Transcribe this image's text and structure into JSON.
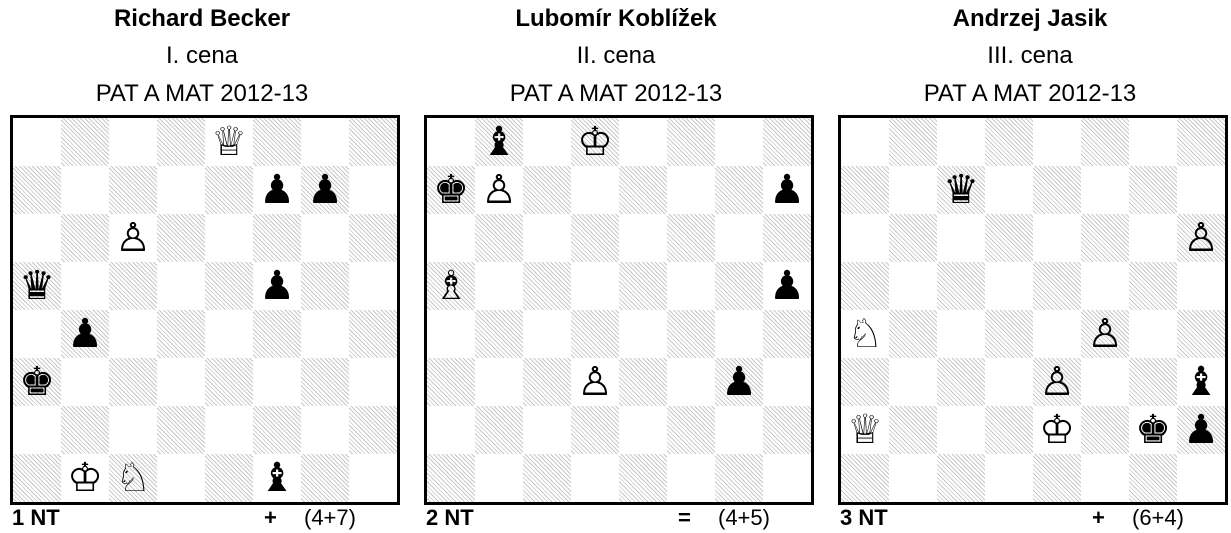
{
  "diagrams": [
    {
      "author": "Richard Becker",
      "prize": "I. cena",
      "source": "PAT A MAT 2012-13",
      "label": "1 NT",
      "result": "+",
      "count": "(4+7)",
      "pieces": [
        {
          "sq": "e8",
          "glyph": "♕",
          "color": "white",
          "name": "white-queen-icon"
        },
        {
          "sq": "f7",
          "glyph": "♟",
          "color": "black",
          "name": "black-pawn-icon"
        },
        {
          "sq": "g7",
          "glyph": "♟",
          "color": "black",
          "name": "black-pawn-icon"
        },
        {
          "sq": "c6",
          "glyph": "♙",
          "color": "white",
          "name": "white-pawn-icon"
        },
        {
          "sq": "a5",
          "glyph": "♛",
          "color": "black",
          "name": "black-queen-icon"
        },
        {
          "sq": "f5",
          "glyph": "♟",
          "color": "black",
          "name": "black-pawn-icon"
        },
        {
          "sq": "b4",
          "glyph": "♟",
          "color": "black",
          "name": "black-pawn-icon"
        },
        {
          "sq": "a3",
          "glyph": "♚",
          "color": "black",
          "name": "black-king-icon"
        },
        {
          "sq": "b1",
          "glyph": "♔",
          "color": "white",
          "name": "white-king-icon"
        },
        {
          "sq": "c1",
          "glyph": "♘",
          "color": "white",
          "name": "white-knight-icon"
        },
        {
          "sq": "f1",
          "glyph": "♝",
          "color": "black",
          "name": "black-bishop-icon"
        }
      ]
    },
    {
      "author": "Lubomír Koblížek",
      "prize": "II. cena",
      "source": "PAT A MAT 2012-13",
      "label": "2 NT",
      "result": "=",
      "count": "(4+5)",
      "pieces": [
        {
          "sq": "b8",
          "glyph": "♝",
          "color": "black",
          "name": "black-bishop-icon"
        },
        {
          "sq": "d8",
          "glyph": "♔",
          "color": "white",
          "name": "white-king-icon"
        },
        {
          "sq": "a7",
          "glyph": "♚",
          "color": "black",
          "name": "black-king-icon"
        },
        {
          "sq": "b7",
          "glyph": "♙",
          "color": "white",
          "name": "white-pawn-icon"
        },
        {
          "sq": "h7",
          "glyph": "♟",
          "color": "black",
          "name": "black-pawn-icon"
        },
        {
          "sq": "a5",
          "glyph": "♗",
          "color": "white",
          "name": "white-bishop-icon"
        },
        {
          "sq": "h5",
          "glyph": "♟",
          "color": "black",
          "name": "black-pawn-icon"
        },
        {
          "sq": "d3",
          "glyph": "♙",
          "color": "white",
          "name": "white-pawn-icon"
        },
        {
          "sq": "g3",
          "glyph": "♟",
          "color": "black",
          "name": "black-pawn-icon"
        }
      ]
    },
    {
      "author": "Andrzej Jasik",
      "prize": "III. cena",
      "source": "PAT A MAT 2012-13",
      "label": "3 NT",
      "result": "+",
      "count": "(6+4)",
      "pieces": [
        {
          "sq": "c7",
          "glyph": "♛",
          "color": "black",
          "name": "black-queen-icon"
        },
        {
          "sq": "h6",
          "glyph": "♙",
          "color": "white",
          "name": "white-pawn-icon"
        },
        {
          "sq": "a4",
          "glyph": "♘",
          "color": "white",
          "name": "white-knight-icon"
        },
        {
          "sq": "f4",
          "glyph": "♙",
          "color": "white",
          "name": "white-pawn-icon"
        },
        {
          "sq": "e3",
          "glyph": "♙",
          "color": "white",
          "name": "white-pawn-icon"
        },
        {
          "sq": "h3",
          "glyph": "♝",
          "color": "black",
          "name": "black-bishop-icon"
        },
        {
          "sq": "a2",
          "glyph": "♕",
          "color": "white",
          "name": "white-queen-icon"
        },
        {
          "sq": "e2",
          "glyph": "♔",
          "color": "white",
          "name": "white-king-icon"
        },
        {
          "sq": "g2",
          "glyph": "♚",
          "color": "black",
          "name": "black-king-icon"
        },
        {
          "sq": "h2",
          "glyph": "♟",
          "color": "black",
          "name": "black-pawn-icon"
        }
      ]
    }
  ]
}
